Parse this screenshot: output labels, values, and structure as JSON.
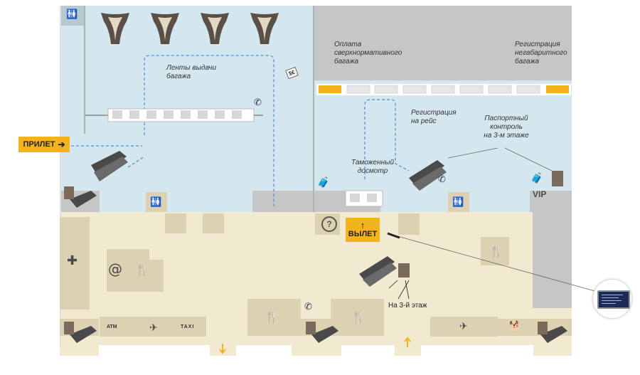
{
  "labels": {
    "baggage_belts": [
      "Ленты выдачи",
      "багажа"
    ],
    "excess_baggage": [
      "Оплата",
      "сверхнормативного",
      "багажа"
    ],
    "oversize_checkin": [
      "Регистрация",
      "негабаритного",
      "багажа"
    ],
    "flight_checkin": [
      "Регистрация",
      "на рейс"
    ],
    "passport_control": [
      "Паспортный",
      "контроль",
      "на 3-м этаже"
    ],
    "customs": [
      "Таможенный",
      "досмотр"
    ],
    "to_3rd_floor": "На 3-й этаж",
    "vip": "VIP"
  },
  "signs": {
    "arrival": "ПРИЛЕТ",
    "departure": "ВЫЛЕТ",
    "arrival_arrow": "➔",
    "departure_arrow": "↑"
  },
  "icons": {
    "pharmacy_plus": "✚",
    "internet_at": "@",
    "help": "?",
    "restaurant": "🍴",
    "phone": "✆",
    "toilet": "🚻",
    "bank": "ATM",
    "luggage": "🧳",
    "plane": "✈",
    "dog": "🐕",
    "taxi": "TAXI",
    "bus": "🚌",
    "exchange": "$€"
  },
  "colors": {
    "arrival_zone": "#d4e7ef",
    "airside_zone": "#c9c9c9",
    "landside_zone": "#f2ead0",
    "service_block": "#dcd1b1",
    "wall": "#9aa2a6",
    "accent": "#f2b31b",
    "path": "#4f8fd1"
  }
}
